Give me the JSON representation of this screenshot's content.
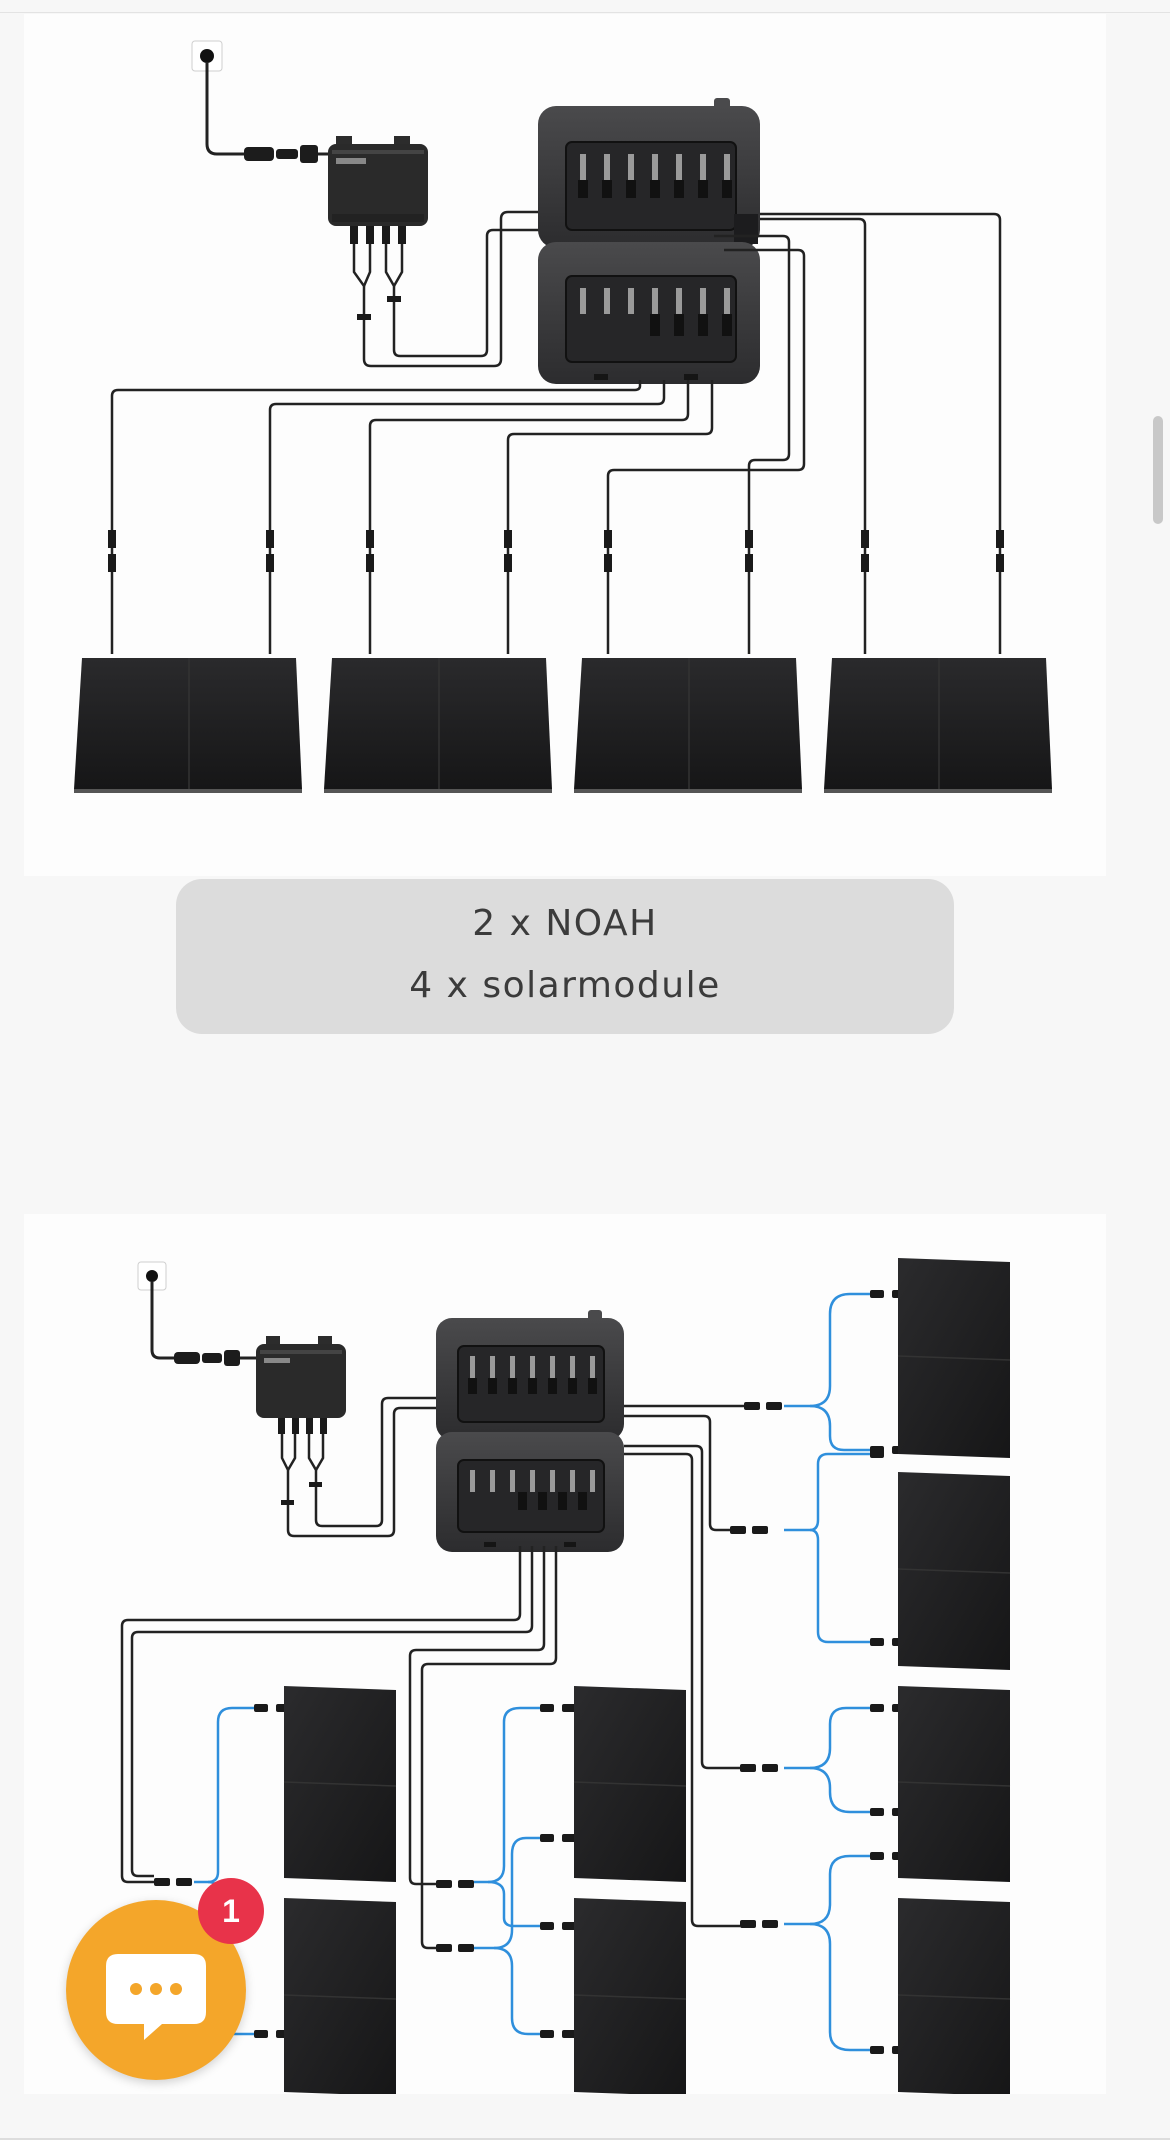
{
  "caption": {
    "line1": "2 x NOAH",
    "line2": "4 x solarmodule"
  },
  "chat": {
    "badge_count": "1"
  },
  "colors": {
    "panel_dark": "#1f1f21",
    "device_dark": "#3a3a3c",
    "cable": "#222222",
    "cable_blue": "#2f8fdc",
    "chat_orange": "#f4a62a",
    "badge_red": "#e8334a",
    "caption_bg": "#dcdcdc"
  }
}
